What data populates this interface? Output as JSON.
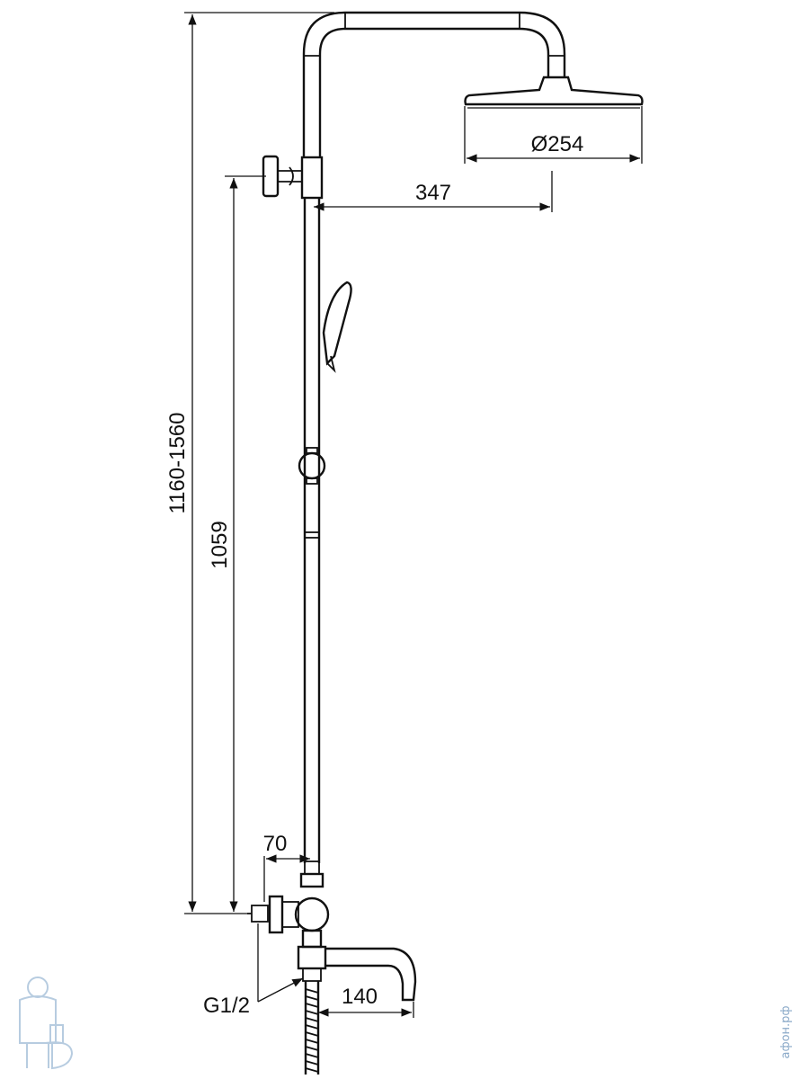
{
  "dimensions": {
    "total_height": "1160-1560",
    "mixer_to_head_height": "1059",
    "head_diameter": "Ø254",
    "arm_reach": "347",
    "wall_offset": "70",
    "spout_length": "140",
    "thread": "G1/2"
  },
  "watermark": {
    "text": "афон.рф",
    "logo": "plumber-mascot-logo"
  },
  "colors": {
    "line": "#111111",
    "watermark": "#8aa9c8"
  }
}
